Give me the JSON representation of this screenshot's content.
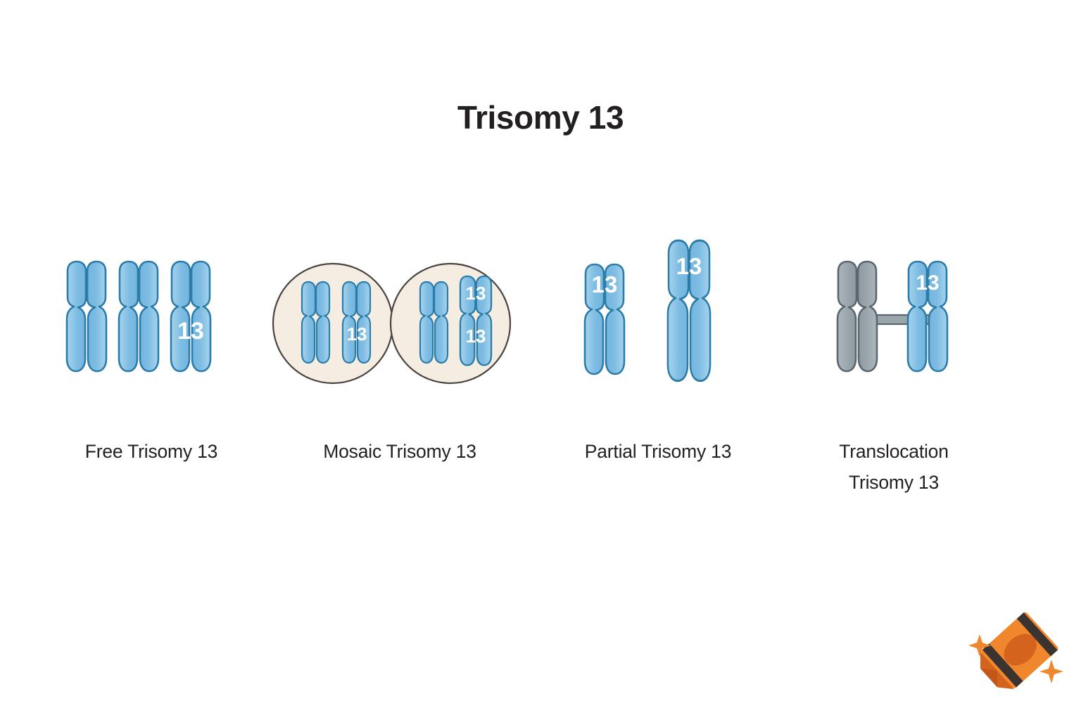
{
  "title": "Trisomy 13",
  "chromosome_label": "13",
  "colors": {
    "background": "#ffffff",
    "title_text": "#231f20",
    "caption_text": "#231f20",
    "chromosome_fill": "#7dbce3",
    "chromosome_fill_light": "#a8d4ec",
    "chromosome_stroke": "#2b7ca8",
    "chromosome_gray_fill": "#9aa5ac",
    "chromosome_gray_stroke": "#5a6670",
    "cell_fill": "#f5ede2",
    "cell_stroke": "#4a4441",
    "label_text": "#ffffff",
    "crayon_body": "#f0872c",
    "crayon_dark": "#d4641d",
    "crayon_band": "#3a3330"
  },
  "panels": [
    {
      "id": "free-trisomy-13",
      "caption": "Free Trisomy 13",
      "kind": "chromosome-group",
      "chromosome_count": 3,
      "labeled_chromosomes": [
        {
          "index": 2,
          "label": "13",
          "arm": "lower"
        }
      ]
    },
    {
      "id": "mosaic-trisomy-13",
      "caption": "Mosaic Trisomy 13",
      "kind": "two-cells",
      "cells": [
        {
          "id": "cell-normal",
          "chromosome_count": 2,
          "labeled_chromosomes": [
            {
              "index": 1,
              "label": "13",
              "arm": "lower"
            }
          ]
        },
        {
          "id": "cell-trisomic",
          "chromosome_count": 2,
          "labeled_chromosomes": [
            {
              "index": 1,
              "label": "13",
              "arm": "upper"
            },
            {
              "index": 1,
              "label": "13",
              "arm": "lower"
            }
          ]
        }
      ]
    },
    {
      "id": "partial-trisomy-13",
      "caption": "Partial Trisomy 13",
      "kind": "chromosome-pair-unequal",
      "chromosomes": [
        {
          "id": "normal",
          "label": "13",
          "arm": "upper",
          "size": "normal"
        },
        {
          "id": "elongated",
          "label": "13",
          "arm": "upper",
          "size": "large"
        }
      ]
    },
    {
      "id": "translocation-trisomy-13",
      "caption": "Translocation Trisomy 13",
      "caption_lines": [
        "Translocation",
        "Trisomy 13"
      ],
      "kind": "translocation",
      "chromosomes": [
        {
          "id": "carrier",
          "color": "gray",
          "label": null
        },
        {
          "id": "extra-13",
          "color": "blue",
          "label": "13",
          "arm": "upper"
        }
      ],
      "connector": "translocation-bridge"
    }
  ],
  "watermark": {
    "name": "crayon-logo",
    "sparkle_count": 2
  }
}
